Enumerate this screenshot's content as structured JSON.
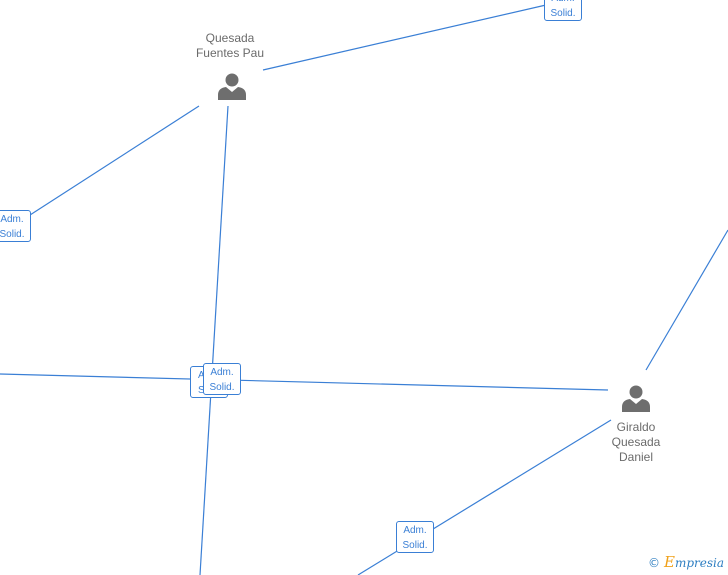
{
  "nodes": [
    {
      "id": "quesada-fuentes-pau",
      "lines": [
        "Quesada",
        "Fuentes Pau"
      ]
    },
    {
      "id": "giraldo-quesada-daniel",
      "lines": [
        "Giraldo",
        "Quesada",
        "Daniel"
      ]
    }
  ],
  "roles": {
    "line1": "Adm.",
    "line2": "Solid.",
    "partial_line1": "A",
    "partial_line2": "S"
  },
  "footer": {
    "copyright": "©",
    "brand_initial": "E",
    "brand_rest": "mpresia"
  },
  "colors": {
    "edge": "#3a7fd5",
    "icon": "#6e6e6e",
    "label": "#6b6b6b"
  }
}
